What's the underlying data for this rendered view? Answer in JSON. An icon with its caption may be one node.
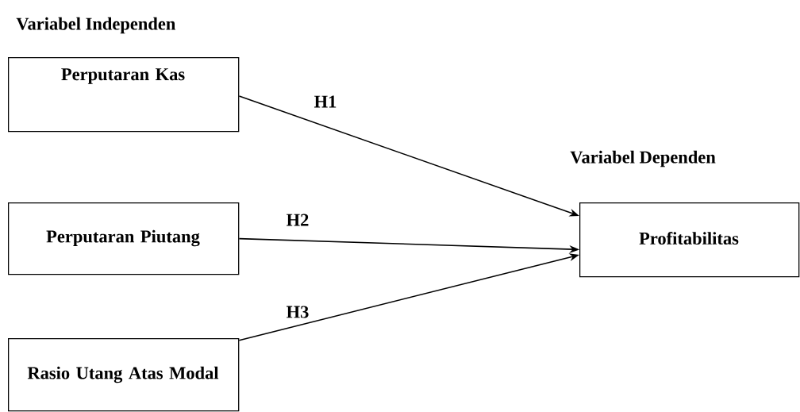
{
  "diagram": {
    "nodes": [
      {
        "text": [
          "Perputaran Kas"
        ]
      },
      {
        "text": [
          "Perputaran Piutang"
        ]
      },
      {
        "text": [
          "Rasio Utang Atas Modal"
        ]
      },
      {
        "text": [
          "Profitabilitas"
        ]
      }
    ],
    "edges": [
      {
        "from": 0,
        "to": 3,
        "arrow": "to",
        "label": "H1"
      },
      {
        "from": 1,
        "to": 3,
        "arrow": "to",
        "label": "H2"
      },
      {
        "from": 2,
        "to": 3,
        "arrow": "to",
        "label": "H3"
      }
    ],
    "labels": [
      "Variabel Independen",
      "Variabel Dependen"
    ]
  }
}
